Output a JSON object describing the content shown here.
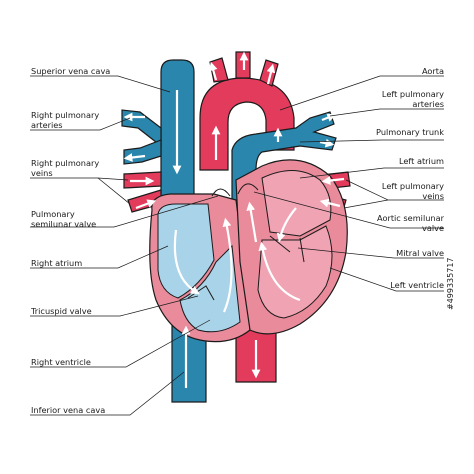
{
  "labels_left": {
    "superior_vena_cava": "Superior vena cava",
    "right_pulmonary_arteries": [
      "Right pulmonary",
      "arteries"
    ],
    "right_pulmonary_veins": [
      "Right pulmonary",
      "veins"
    ],
    "pulmonary_semilunar_valve": [
      "Pulmonary",
      "semilunar valve"
    ],
    "right_atrium": "Right atrium",
    "tricuspid_valve": "Tricuspid valve",
    "right_ventricle": "Right ventricle",
    "inferior_vena_cava": "Inferior vena cava"
  },
  "labels_right": {
    "aorta": "Aorta",
    "left_pulmonary_arteries": [
      "Left pulmonary",
      "arteries"
    ],
    "pulmonary_trunk": "Pulmonary trunk",
    "left_atrium": "Left atrium",
    "left_pulmonary_veins": [
      "Left pulmonary",
      "veins"
    ],
    "aortic_semilunar_valve": [
      "Aortic semilunar",
      "valve"
    ],
    "mitral_valve": "Mitral valve",
    "left_ventricle": "Left ventricle"
  },
  "stock_id": "#499335717",
  "colors": {
    "deoxygenated": "#2a86ad",
    "oxygenated": "#e23b5c",
    "chamber_blue": "#a9d3e8",
    "chamber_pink": "#f0a3b3",
    "muscle": "#e98b9b",
    "outline": "#1b1b1b"
  }
}
